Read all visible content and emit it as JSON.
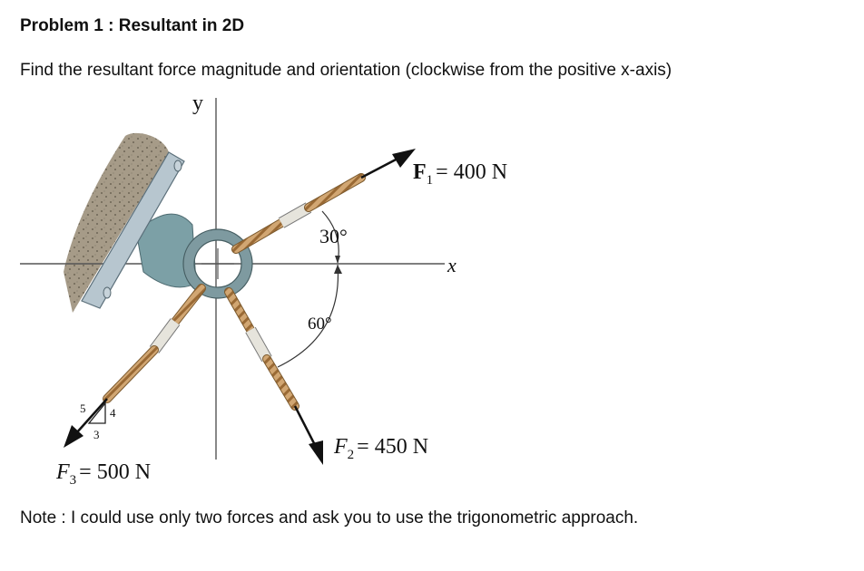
{
  "problem": {
    "title": "Problem 1 : Resultant in 2D",
    "prompt": "Find the resultant force magnitude and orientation (clockwise from the positive x-axis)",
    "note": "Note : I could use only two forces and ask you to use the trigonometric approach."
  },
  "diagram": {
    "axis_y_label": "y",
    "axis_x_label": "x",
    "force1": {
      "symbol": "F",
      "subscript": "1",
      "value_text": "= 400 N"
    },
    "force2": {
      "symbol": "F",
      "subscript": "2",
      "value_text": "= 450 N"
    },
    "force3": {
      "symbol": "F",
      "subscript": "3",
      "value_text": "= 500 N"
    },
    "angle_f1": "30°",
    "angle_f2": "60°",
    "slope_triangle": {
      "hyp": "5",
      "vert": "4",
      "horiz": "3"
    },
    "colors": {
      "wall": "#a59a86",
      "bracket": "#aabac3",
      "ring": "#7e9aa0",
      "rope": "#c9a170",
      "sleeve": "#e6e4dc"
    }
  }
}
